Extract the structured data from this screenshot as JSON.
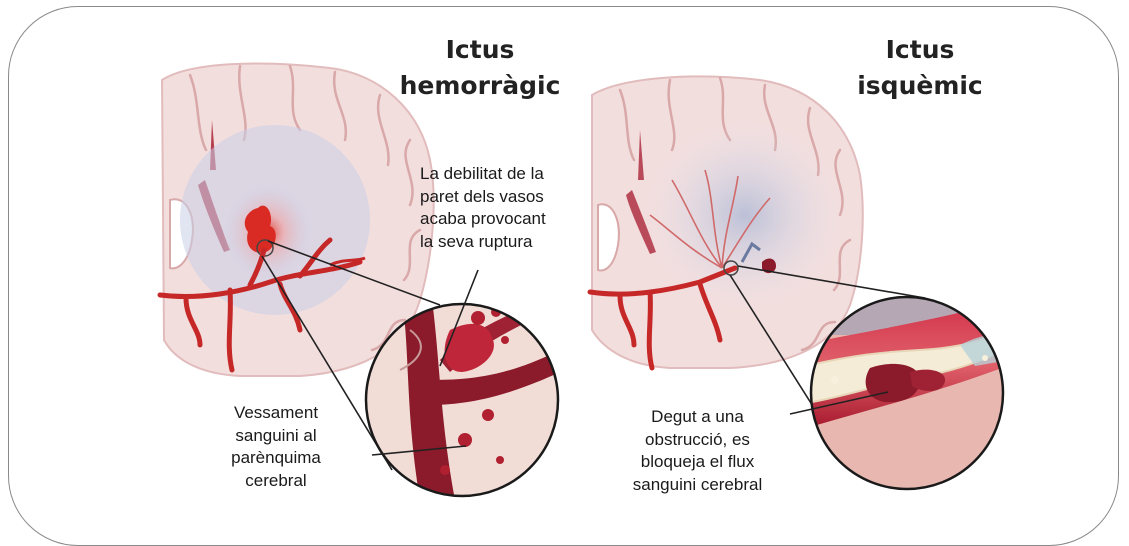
{
  "titles": {
    "hemorrhagic": [
      "Ictus",
      "hemorràgic"
    ],
    "ischemic": [
      "Ictus",
      "isquèmic"
    ]
  },
  "captions": {
    "vessel_weakness": [
      "La debilitat de la",
      "paret dels vasos",
      "acaba provocant",
      "la seva ruptura"
    ],
    "bleeding": [
      "Vessament",
      "sanguini al",
      "parènquima",
      "cerebral"
    ],
    "obstruction": [
      "Degut a una",
      "obstrucció, es",
      "bloqueja el flux",
      "sanguini cerebral"
    ]
  },
  "colors": {
    "frame": "#8a8a8a",
    "brain_tissue": "#f3dede",
    "vessel": "#c62828",
    "blood_dark": "#8b1a2a",
    "ischemic_zone": "#b8c4dc"
  }
}
